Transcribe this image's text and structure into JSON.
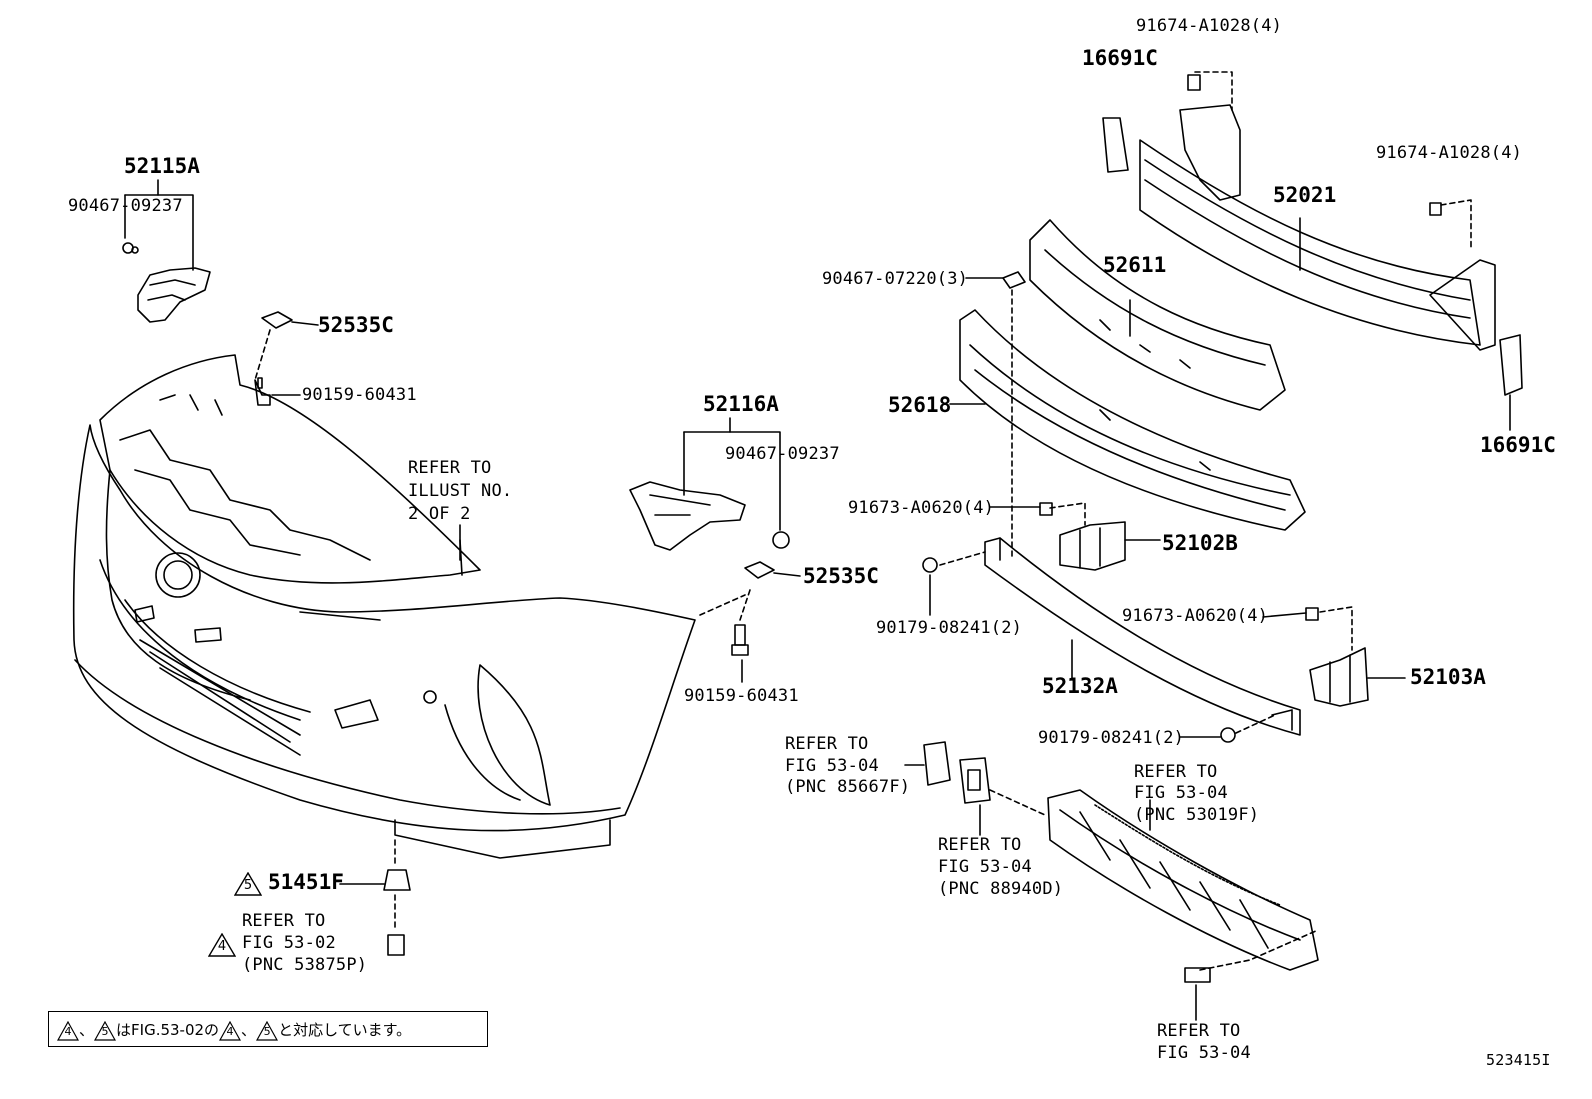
{
  "diagram_id": "523415I",
  "labels": {
    "p52115A": "52115A",
    "p90467_09237_a": "90467-09237",
    "p52535C_a": "52535C",
    "p90159_60431_a": "90159-60431",
    "refer_illust_1": "REFER TO",
    "refer_illust_2": "ILLUST NO.",
    "refer_illust_3": "2 OF 2",
    "p52116A": "52116A",
    "p90467_09237_b": "90467-09237",
    "p52535C_b": "52535C",
    "p90159_60431_b": "90159-60431",
    "p51451F": "51451F",
    "ref5302_1": "REFER TO",
    "ref5302_2": "FIG 53-02",
    "ref5302_3": "(PNC 53875P)",
    "p91674_top": "91674-A1028(4)",
    "p16691C_top": "16691C",
    "p91674_right": "91674-A1028(4)",
    "p52021": "52021",
    "p16691C_right": "16691C",
    "p90467_07220": "90467-07220(3)",
    "p52611": "52611",
    "p52618": "52618",
    "p91673_a": "91673-A0620(4)",
    "p52102B": "52102B",
    "p90179_a": "90179-08241(2)",
    "p91673_b": "91673-A0620(4)",
    "p52132A": "52132A",
    "p52103A": "52103A",
    "p90179_b": "90179-08241(2)",
    "ref85667_1": "REFER TO",
    "ref85667_2": "FIG 53-04",
    "ref85667_3": "(PNC 85667F)",
    "ref53019_1": "REFER TO",
    "ref53019_2": "FIG 53-04",
    "ref53019_3": "(PNC 53019F)",
    "ref88940_1": "REFER TO",
    "ref88940_2": "FIG 53-04",
    "ref88940_3": "(PNC 88940D)",
    "ref5304_1": "REFER TO",
    "ref5304_2": "FIG 53-04"
  },
  "marks": {
    "m4": "4",
    "m5": "5"
  },
  "note": {
    "num4": "4",
    "num5": "5",
    "sep": "、",
    "text_mid": "はFIG.53-02の",
    "text_end": "と対応しています。"
  }
}
